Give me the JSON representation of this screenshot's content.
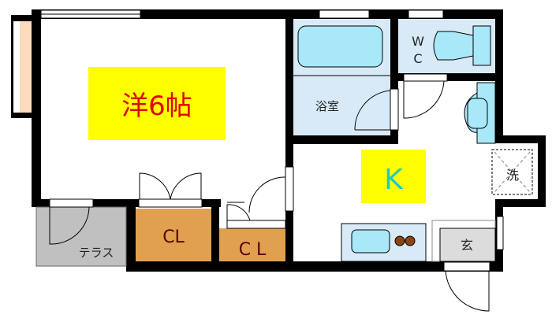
{
  "rooms": {
    "western_room": "洋6帖",
    "kitchen": "K",
    "bathroom": "浴室",
    "toilet_w": "W",
    "toilet_c": "C",
    "closet_1": "CL",
    "closet_2": "C L",
    "terrace": "テラス",
    "laundry": "洗",
    "entrance": "玄"
  },
  "colors": {
    "wall": "#000000",
    "label_bg": "#ffff00",
    "room_label": "#e00000",
    "kitchen_label": "#20c8d0",
    "closet": "#e0a050",
    "water_area": "#d8eaf8",
    "fixture": "#a8e8f8",
    "terrace": "#c0c0c0",
    "entrance": "#dcdcdc",
    "bay": "#fcdcbc"
  }
}
